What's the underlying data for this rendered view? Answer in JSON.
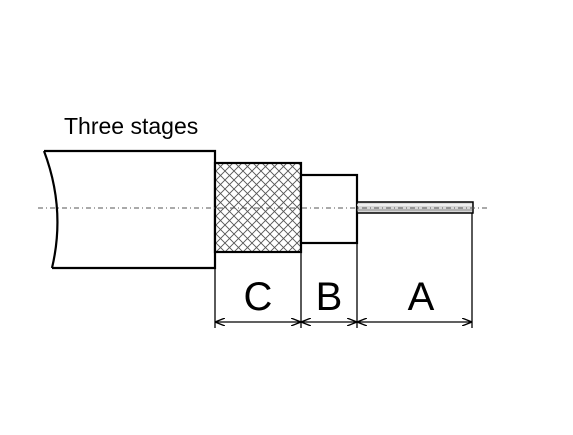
{
  "diagram": {
    "title": "Three stages",
    "dimensions": [
      {
        "id": "C",
        "label": "C"
      },
      {
        "id": "B",
        "label": "B"
      },
      {
        "id": "A",
        "label": "A"
      }
    ]
  }
}
